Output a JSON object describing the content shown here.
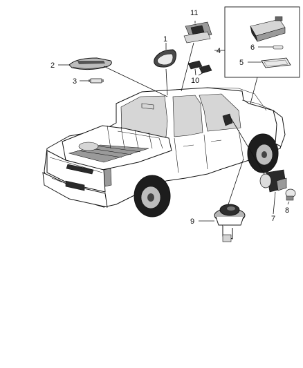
{
  "diagram": {
    "callouts": {
      "c1": "1",
      "c2": "2",
      "c3": "3",
      "c4": "4",
      "c5": "5",
      "c6": "6",
      "c7": "7",
      "c8": "8",
      "c9": "9",
      "c10": "10",
      "c11": "11"
    }
  }
}
